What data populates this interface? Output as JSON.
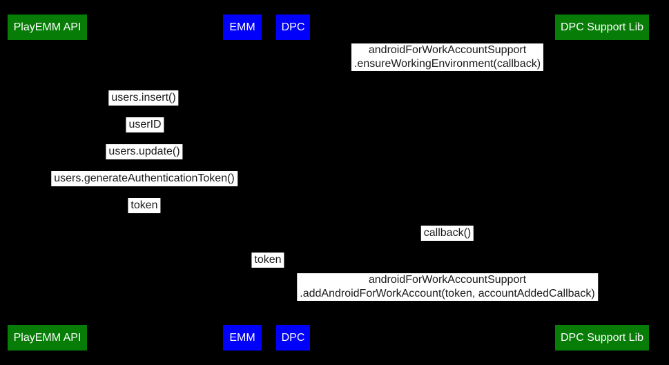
{
  "colors": {
    "background": "#000000",
    "actor_green": "#077d07",
    "actor_blue": "#0101fb",
    "actor_text": "#ffffff",
    "message_bg": "#ffffff",
    "message_text": "#1a1a1a"
  },
  "actors": [
    {
      "label": "PlayEMM API",
      "color": "actor_green"
    },
    {
      "label": "EMM",
      "color": "actor_blue"
    },
    {
      "label": "DPC",
      "color": "actor_blue"
    },
    {
      "label": "DPC Support Lib",
      "color": "actor_green"
    }
  ],
  "messages": [
    {
      "line1": "androidForWorkAccountSupport",
      "line2": ".ensureWorkingEnvironment(callback)"
    },
    {
      "text": "users.insert()"
    },
    {
      "text": "userID"
    },
    {
      "text": "users.update()"
    },
    {
      "text": "users.generateAuthenticationToken()"
    },
    {
      "text": "token"
    },
    {
      "text": "callback()"
    },
    {
      "text": "token"
    },
    {
      "line1": "androidForWorkAccountSupport",
      "line2": ".addAndroidForWorkAccount(token, accountAddedCallback)"
    }
  ]
}
